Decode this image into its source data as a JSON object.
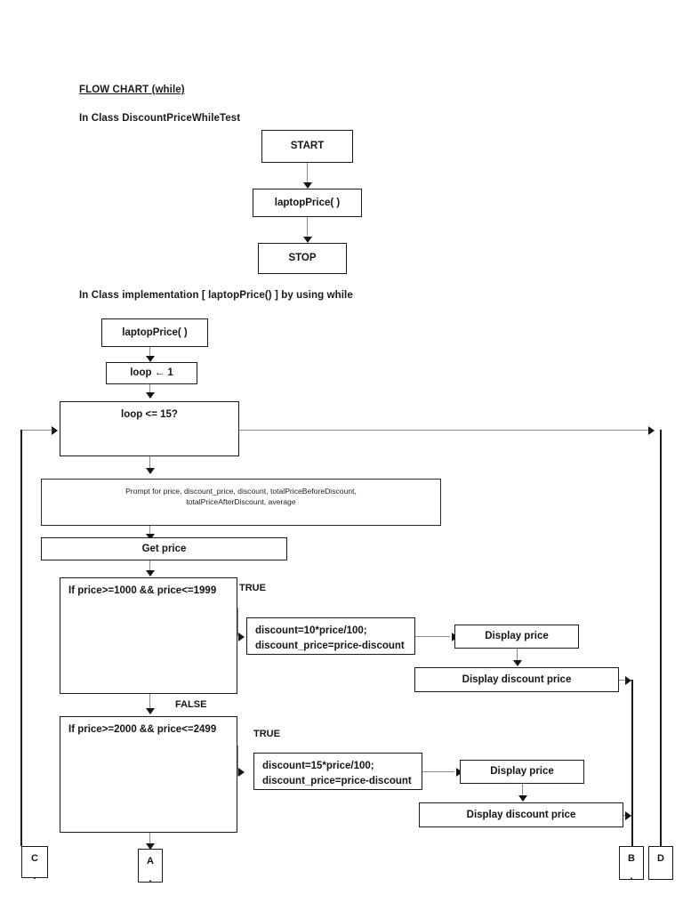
{
  "document": {
    "title": "FLOW CHART (while)",
    "section1_heading": "In Class DiscountPriceWhileTest",
    "section2_heading": "In Class implementation [ laptopPrice() ] by using while"
  },
  "main_flow": {
    "start": "START",
    "call": "laptopPrice( )",
    "stop": "STOP"
  },
  "implementation": {
    "entry": "laptopPrice( )",
    "init": "loop ← 1",
    "loop_condition": "loop <= 15?",
    "prompt_line1": "Prompt for  price, discount_price, discount, totalPriceBeforeDiscount,",
    "prompt_line2": "totalPriceAfterDiscount, average",
    "get_price": "Get price"
  },
  "branch1": {
    "condition": "If price>=1000 && price<=1999",
    "true_label": "TRUE",
    "false_label": "FALSE",
    "calc_line1": "discount=10*price/100;",
    "calc_line2": "discount_price=price-discount",
    "display_price": "Display price",
    "display_discount_price": "Display discount price"
  },
  "branch2": {
    "condition": "If price>=2000 && price<=2499",
    "true_label": "TRUE",
    "calc_line1": "discount=15*price/100;",
    "calc_line2": "discount_price=price-discount",
    "display_price": "Display price",
    "display_discount_price": "Display discount price"
  },
  "connectors": {
    "c": "C",
    "a": "A",
    "b": "B",
    "d": "D",
    "dot": "."
  },
  "colors": {
    "stroke": "#1b1b1b",
    "line": "#8c8c8c",
    "background": "#ffffff",
    "text": "#161616"
  }
}
